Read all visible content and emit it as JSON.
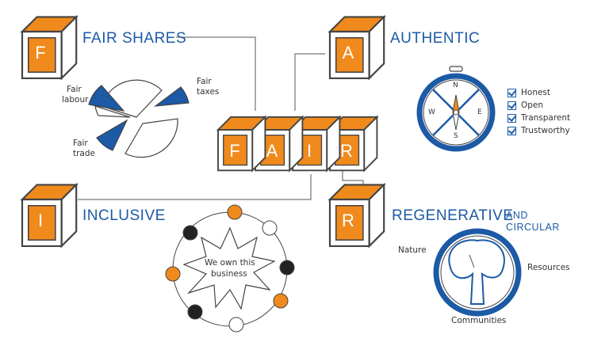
{
  "colors": {
    "orange": "#f08a1c",
    "blue": "#1c5aa6",
    "outline": "#444444"
  },
  "cubes": {
    "f": "F",
    "a": "A",
    "i": "I",
    "r": "R"
  },
  "center_word": [
    "F",
    "A",
    "I",
    "R"
  ],
  "sections": {
    "fair_shares": {
      "title": "FAIR SHARES",
      "items": [
        "Fair labour",
        "Fair taxes",
        "Fair trade"
      ],
      "fair_labour_lines": [
        "Fair",
        "labour"
      ],
      "fair_taxes_lines": [
        "Fair",
        "taxes"
      ],
      "fair_trade_lines": [
        "Fair",
        "trade"
      ]
    },
    "authentic": {
      "title": "AUTHENTIC",
      "compass": {
        "n": "N",
        "e": "E",
        "s": "S",
        "w": "W"
      },
      "checklist": [
        "Honest",
        "Open",
        "Transparent",
        "Trustworthy"
      ]
    },
    "inclusive": {
      "title": "INCLUSIVE",
      "bubble_lines": [
        "We own this",
        "business"
      ]
    },
    "regenerative": {
      "title": "REGENERATIVE",
      "subtitle_lines": [
        "AND",
        "CIRCULAR"
      ],
      "labels": {
        "nature": "Nature",
        "resources": "Resources",
        "communities": "Communities"
      }
    }
  }
}
